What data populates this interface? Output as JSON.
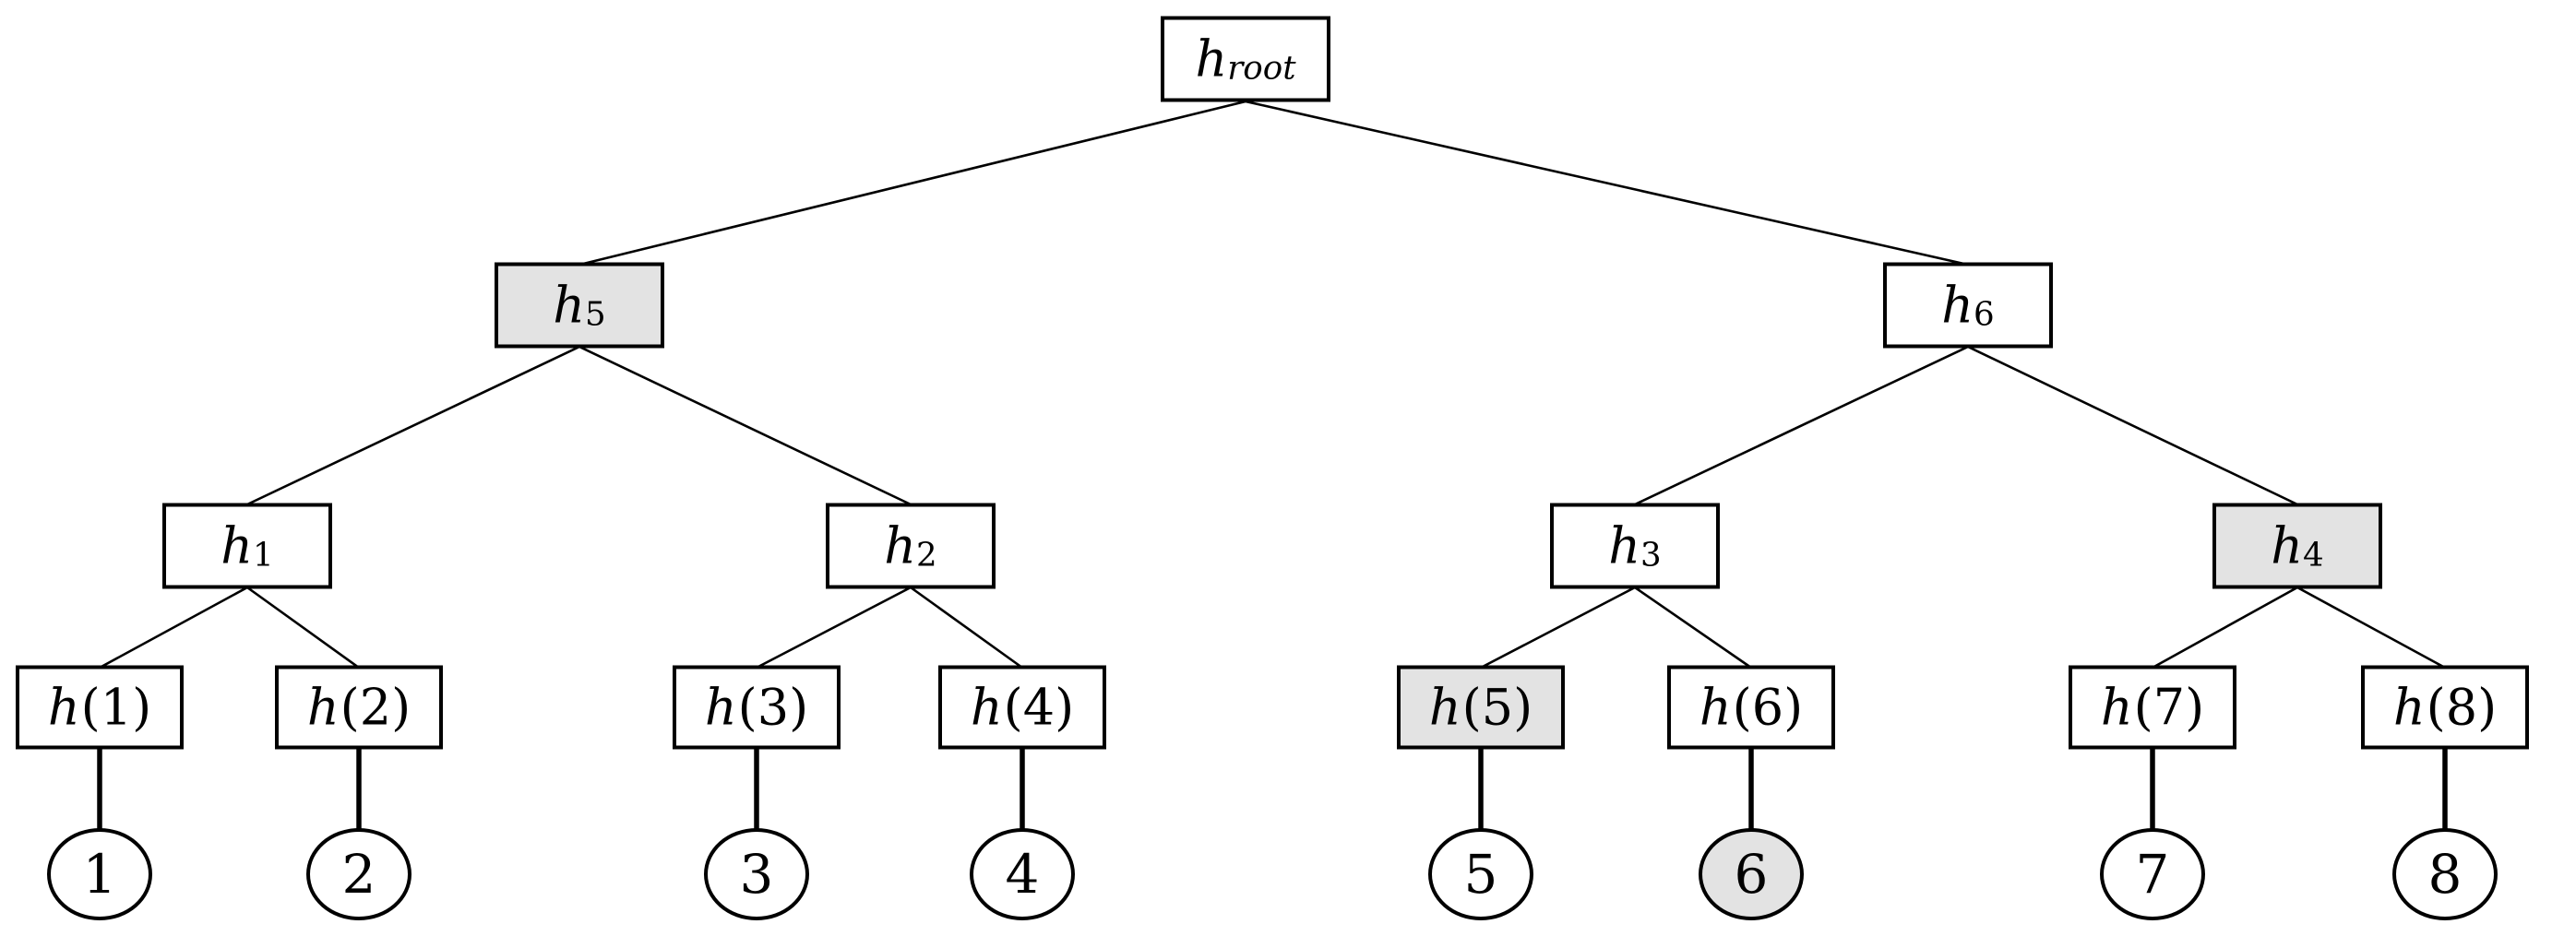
{
  "colors": {
    "background": "#ffffff",
    "node_fill": "#ffffff",
    "shaded_fill": "#e3e3e3",
    "line": "#000000"
  },
  "tree": {
    "root": {
      "base": "h",
      "sub": "root",
      "shaded": false
    },
    "internal": [
      {
        "id": "h5",
        "base": "h",
        "sub": "5",
        "shaded": true
      },
      {
        "id": "h6",
        "base": "h",
        "sub": "6",
        "shaded": false
      },
      {
        "id": "h1",
        "base": "h",
        "sub": "1",
        "shaded": false
      },
      {
        "id": "h2",
        "base": "h",
        "sub": "2",
        "shaded": false
      },
      {
        "id": "h3",
        "base": "h",
        "sub": "3",
        "shaded": false
      },
      {
        "id": "h4",
        "base": "h",
        "sub": "4",
        "shaded": true
      }
    ],
    "hash_leaves": [
      {
        "base": "h",
        "arg": "(1)",
        "shaded": false
      },
      {
        "base": "h",
        "arg": "(2)",
        "shaded": false
      },
      {
        "base": "h",
        "arg": "(3)",
        "shaded": false
      },
      {
        "base": "h",
        "arg": "(4)",
        "shaded": false
      },
      {
        "base": "h",
        "arg": "(5)",
        "shaded": true
      },
      {
        "base": "h",
        "arg": "(6)",
        "shaded": false
      },
      {
        "base": "h",
        "arg": "(7)",
        "shaded": false
      },
      {
        "base": "h",
        "arg": "(8)",
        "shaded": false
      }
    ],
    "data_leaves": [
      {
        "label": "1",
        "shaded": false
      },
      {
        "label": "2",
        "shaded": false
      },
      {
        "label": "3",
        "shaded": false
      },
      {
        "label": "4",
        "shaded": false
      },
      {
        "label": "5",
        "shaded": false
      },
      {
        "label": "6",
        "shaded": true
      },
      {
        "label": "7",
        "shaded": false
      },
      {
        "label": "8",
        "shaded": false
      }
    ]
  }
}
